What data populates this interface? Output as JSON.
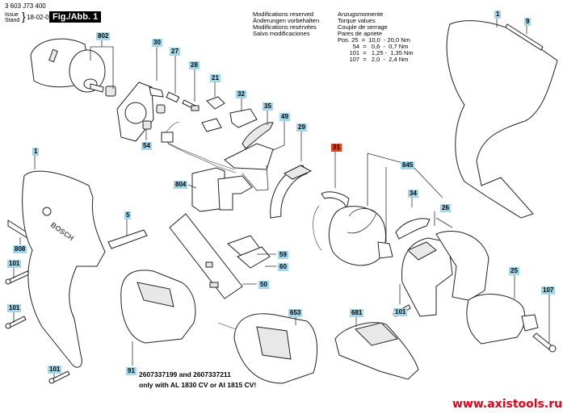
{
  "header": {
    "document_number": "3 603 J73 400",
    "issue_label": "Issue",
    "stand_label": "Stand",
    "issue_date": "18-02-05",
    "figure_label": "Fig./Abb. 1"
  },
  "notes": {
    "modifications": [
      "Modifications reserved",
      "Änderungen vorbehalten",
      "Modifications resérvées",
      "Salvo modificaciones"
    ],
    "torque_titles": [
      "Anzugsmomente",
      "Torque values",
      "Couple de serrage",
      "Pares de apriete"
    ],
    "torque_values": [
      {
        "prefix": "Pos.",
        "pos": "25",
        "range": "10,0  - 20,0 Nm"
      },
      {
        "prefix": "",
        "pos": "54",
        "range": "0,6  -  0,7 Nm"
      },
      {
        "prefix": "",
        "pos": "101",
        "range": "1,25 -  1,35 Nm"
      },
      {
        "prefix": "",
        "pos": "107",
        "range": "2,0  -  2,4 Nm"
      }
    ]
  },
  "part_labels": [
    {
      "id": "802",
      "highlight": "blue"
    },
    {
      "id": "30",
      "highlight": "blue"
    },
    {
      "id": "27",
      "highlight": "blue"
    },
    {
      "id": "28",
      "highlight": "blue"
    },
    {
      "id": "21",
      "highlight": "blue"
    },
    {
      "id": "32",
      "highlight": "blue"
    },
    {
      "id": "35",
      "highlight": "blue"
    },
    {
      "id": "49",
      "highlight": "blue"
    },
    {
      "id": "29",
      "highlight": "blue"
    },
    {
      "id": "54",
      "highlight": "blue"
    },
    {
      "id": "1",
      "highlight": "blue"
    },
    {
      "id": "5",
      "highlight": "blue"
    },
    {
      "id": "808",
      "highlight": "blue"
    },
    {
      "id": "101",
      "highlight": "blue"
    },
    {
      "id": "101",
      "highlight": "blue"
    },
    {
      "id": "101",
      "highlight": "blue"
    },
    {
      "id": "101",
      "highlight": "blue"
    },
    {
      "id": "804",
      "highlight": "blue"
    },
    {
      "id": "59",
      "highlight": "blue"
    },
    {
      "id": "60",
      "highlight": "blue"
    },
    {
      "id": "50",
      "highlight": "blue"
    },
    {
      "id": "91",
      "highlight": "blue"
    },
    {
      "id": "653",
      "highlight": "blue"
    },
    {
      "id": "681",
      "highlight": "blue"
    },
    {
      "id": "31",
      "highlight": "red"
    },
    {
      "id": "845",
      "highlight": "blue"
    },
    {
      "id": "34",
      "highlight": "blue"
    },
    {
      "id": "26",
      "highlight": "blue"
    },
    {
      "id": "25",
      "highlight": "blue"
    },
    {
      "id": "107",
      "highlight": "blue"
    },
    {
      "id": "1",
      "highlight": "blue"
    },
    {
      "id": "9",
      "highlight": "blue"
    }
  ],
  "battery_note": {
    "line1": "2607337199 and 2607337211",
    "line2": "only with AL 1830 CV or AI 1815 CV!"
  },
  "housing_logo_text": "BOSCH",
  "website": "www.axistools.ru",
  "colors": {
    "label_blue": "#9fd8ea",
    "label_red": "#e2431d",
    "website_red": "#e2001a",
    "figure_badge_bg": "#000000"
  }
}
